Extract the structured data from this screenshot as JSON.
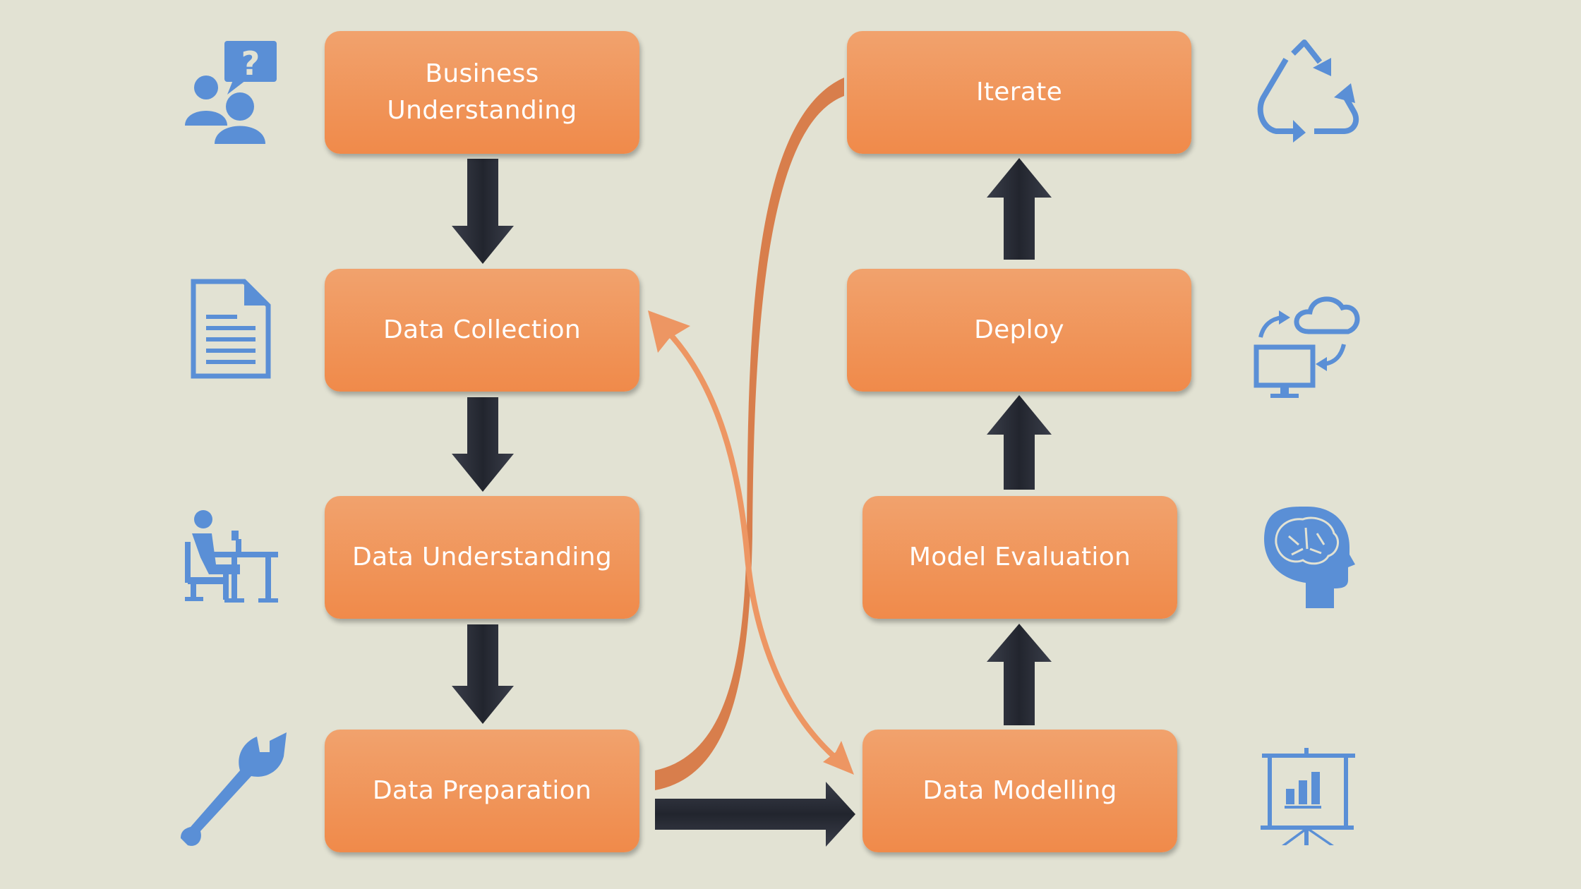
{
  "steps": {
    "business_understanding": "Business\nUnderstanding",
    "data_collection": "Data Collection",
    "data_understanding": "Data Understanding",
    "data_preparation": "Data Preparation",
    "data_modelling": "Data Modelling",
    "model_evaluation": "Model Evaluation",
    "deploy": "Deploy",
    "iterate": "Iterate"
  },
  "icons": {
    "business_understanding": "people-question-icon",
    "data_collection": "document-icon",
    "data_understanding": "person-at-desk-icon",
    "data_preparation": "wrench-icon",
    "data_modelling": "presentation-chart-icon",
    "model_evaluation": "brain-head-icon",
    "deploy": "computer-cloud-sync-icon",
    "iterate": "recycle-icon"
  },
  "colors": {
    "background": "#e2e2d3",
    "box_top": "#f1a26d",
    "box_bottom": "#f08a4a",
    "arrow_dark": "#2c2f3a",
    "curve": "#e98a55",
    "icon": "#5a8fd6"
  }
}
